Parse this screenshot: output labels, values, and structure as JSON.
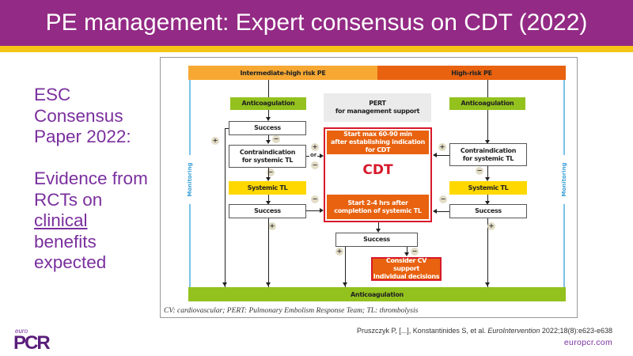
{
  "header": {
    "title": "PE management: Expert consensus on CDT (2022)",
    "colors": {
      "bar": "#932a85",
      "stripe": "#f5c518"
    }
  },
  "left_panel": {
    "lines_1": [
      "ESC",
      "Consensus",
      "Paper 2022:"
    ],
    "line_evidence": "Evidence from",
    "line_rcts": "RCTs on",
    "line_clinical": "clinical",
    "line_benefits": "benefits",
    "line_expected": "expected",
    "color": "#7a2f9e"
  },
  "diagram": {
    "band_left": "Intermediate-high risk PE",
    "band_right": "High-risk PE",
    "monitoring": "Monitoring",
    "pert_title": "PERT",
    "pert_sub": "for management support",
    "left": {
      "anticoag": "Anticoagulation",
      "success1": "Success",
      "contra_line1": "Contraindication",
      "contra_line2": "for systemic TL",
      "systemic": "Systemic TL",
      "success2": "Success"
    },
    "right": {
      "anticoag": "Anticoagulation",
      "contra_line1": "Contraindication",
      "contra_line2": "for systemic TL",
      "systemic": "Systemic TL",
      "success": "Success"
    },
    "cdt": {
      "start1_line1": "Start max 60-90 min",
      "start1_line2": "after establishing indication for CDT",
      "label": "CDT",
      "start2_line1": "Start  2-4 hrs after",
      "start2_line2": "completion of systemic TL"
    },
    "center_success": "Success",
    "cv_support_line1": "Consider CV support",
    "cv_support_line2": "Individual decisions",
    "bottom_anticoag": "Anticoagulation",
    "or_label": "or",
    "plus": "+",
    "minus": "−",
    "caption": "CV: cardiovascular; PERT: Pulmonary Embolism Response Team; TL: thrombolysis",
    "colors": {
      "light_orange": "#f7a833",
      "orange": "#e8620f",
      "green": "#93c11e",
      "yellow": "#ffd800",
      "red": "#d7192a",
      "monitor_blue": "#7cc2e6"
    }
  },
  "footer": {
    "citation_pre": "Pruszczyk P, [...], Konstantinides S, et al. ",
    "citation_journal": "EuroIntervention",
    "citation_post": " 2022;18(8):e623-e638",
    "site": "europcr.com",
    "logo_small": "euro",
    "logo_big": "PCR"
  }
}
